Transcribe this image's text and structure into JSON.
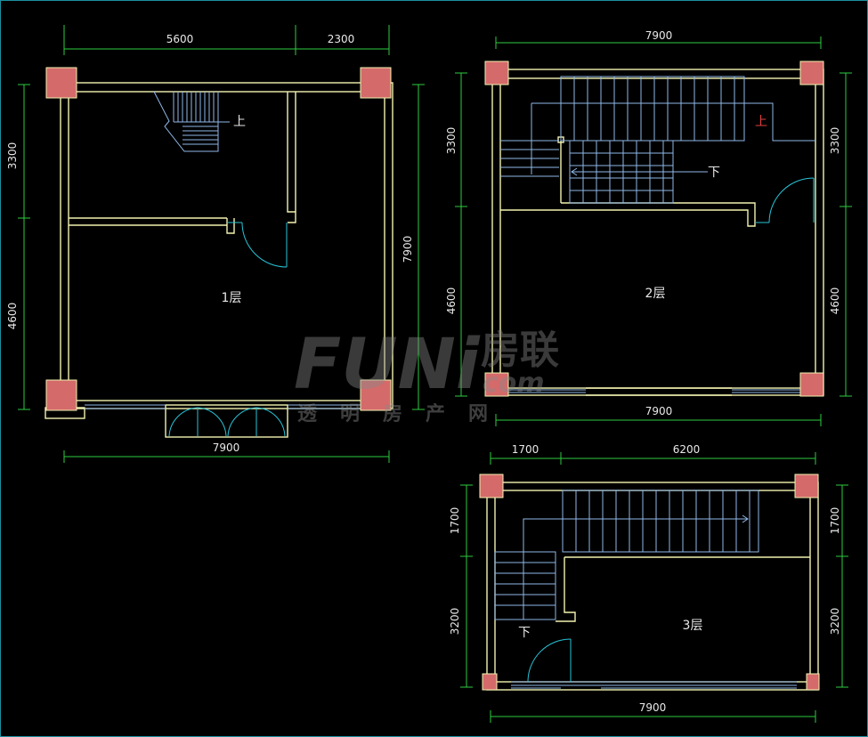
{
  "colors": {
    "background": "#000000",
    "wall": "#f2f2b0",
    "column": "#d46a6a",
    "dimension": "#2ecc40",
    "stair": "#8fb8e8",
    "door": "#27c4d8",
    "text": "#e8e8e8",
    "red_mark": "#e04040"
  },
  "plan1": {
    "label": "1层",
    "dims": {
      "top_left": "5600",
      "top_right": "2300",
      "bottom": "7900",
      "left_top": "3300",
      "left_bottom": "4600",
      "right": "7900"
    },
    "stair_arrow": "上"
  },
  "plan2": {
    "label": "2层",
    "dims": {
      "top": "7900",
      "bottom": "7900",
      "left_top": "3300",
      "left_bottom": "4600",
      "right_top": "3300",
      "right_bottom": "4600"
    },
    "stair_up": "上",
    "stair_down": "下"
  },
  "plan3": {
    "label": "3层",
    "dims": {
      "top_left": "1700",
      "top_right": "6200",
      "bottom": "7900",
      "left_top": "1700",
      "left_bottom": "3200",
      "right_top": "1700",
      "right_bottom": "3200"
    },
    "stair_down": "下"
  },
  "watermark": {
    "brand": "FUNi",
    "brand_cn": "房联",
    "domain": "com",
    "slogan": "透明房产网"
  }
}
